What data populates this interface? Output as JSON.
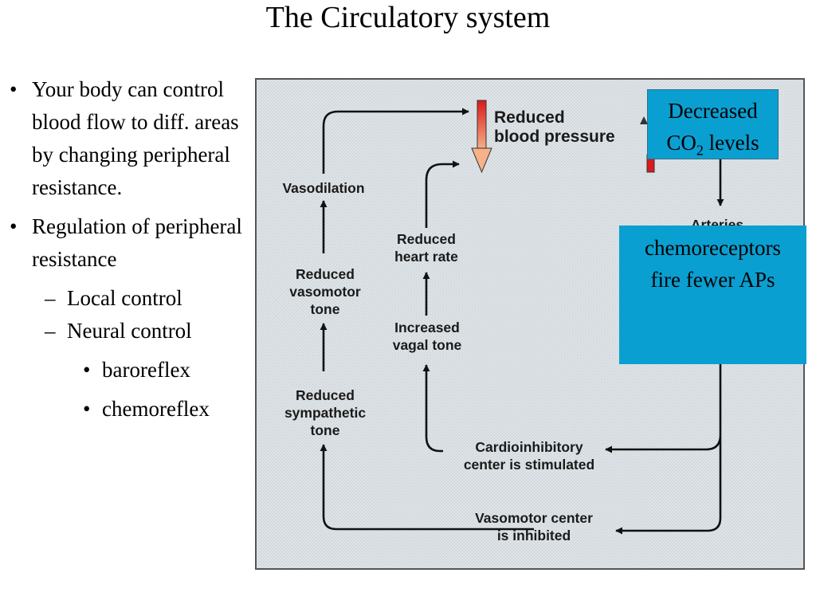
{
  "title": "The Circulatory system",
  "bullets": {
    "b1": "Your body can control blood flow to diff. areas by changing peripheral resistance.",
    "b2": "Regulation of peripheral resistance",
    "b2_sub1": "Local control",
    "b2_sub2": "Neural control",
    "b2_sub2_sub1": "baroreflex",
    "b2_sub2_sub2": "chemoreflex"
  },
  "diagram": {
    "reduced_bp_1": "Reduced",
    "reduced_bp_2": "blood pressure",
    "vasodilation": "Vasodilation",
    "reduced_vasomotor_1": "Reduced",
    "reduced_vasomotor_2": "vasomotor",
    "reduced_vasomotor_3": "tone",
    "reduced_sympathetic_1": "Reduced",
    "reduced_sympathetic_2": "sympathetic",
    "reduced_sympathetic_3": "tone",
    "reduced_hr_1": "Reduced",
    "reduced_hr_2": "heart rate",
    "increased_vagal_1": "Increased",
    "increased_vagal_2": "vagal tone",
    "cardioinhibitory_1": "Cardioinhibitory",
    "cardioinhibitory_2": "center is stimulated",
    "vasomotor_center_1": "Vasomotor center",
    "vasomotor_center_2": "is inhibited",
    "arteries_partial": "Arteries"
  },
  "callouts": {
    "co2_line1": "Decreased",
    "co2_prefix": "CO",
    "co2_sub": "2",
    "co2_suffix": " levels",
    "chemo_line1": "chemoreceptors",
    "chemo_line2": "fire fewer APs"
  },
  "colors": {
    "diagram_bg": "#dbe1e5",
    "callout_bg": "#0a9fd1",
    "arrow": "#111111"
  }
}
